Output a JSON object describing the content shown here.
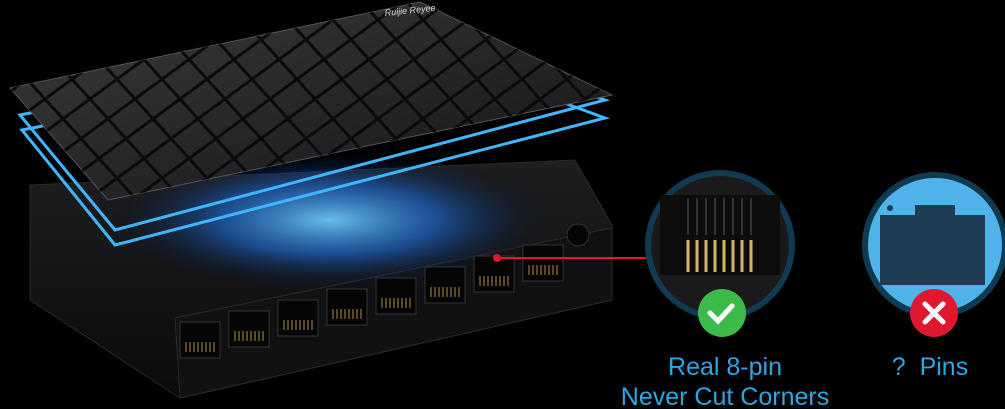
{
  "product": {
    "logo_text": "Ruijie Reyee",
    "port_count": 8
  },
  "comparison": {
    "good": {
      "line1": "Real 8-pin",
      "line2": "Never Cut Corners",
      "badge_icon": "check-icon",
      "badge_color": "#3dbb4a"
    },
    "bad": {
      "line1": "?  Pins",
      "badge_icon": "x-icon",
      "badge_color": "#e0182d"
    }
  },
  "colors": {
    "accent": "#2ea6df",
    "glow": "#1e8fff",
    "pointer": "#e0182d"
  }
}
